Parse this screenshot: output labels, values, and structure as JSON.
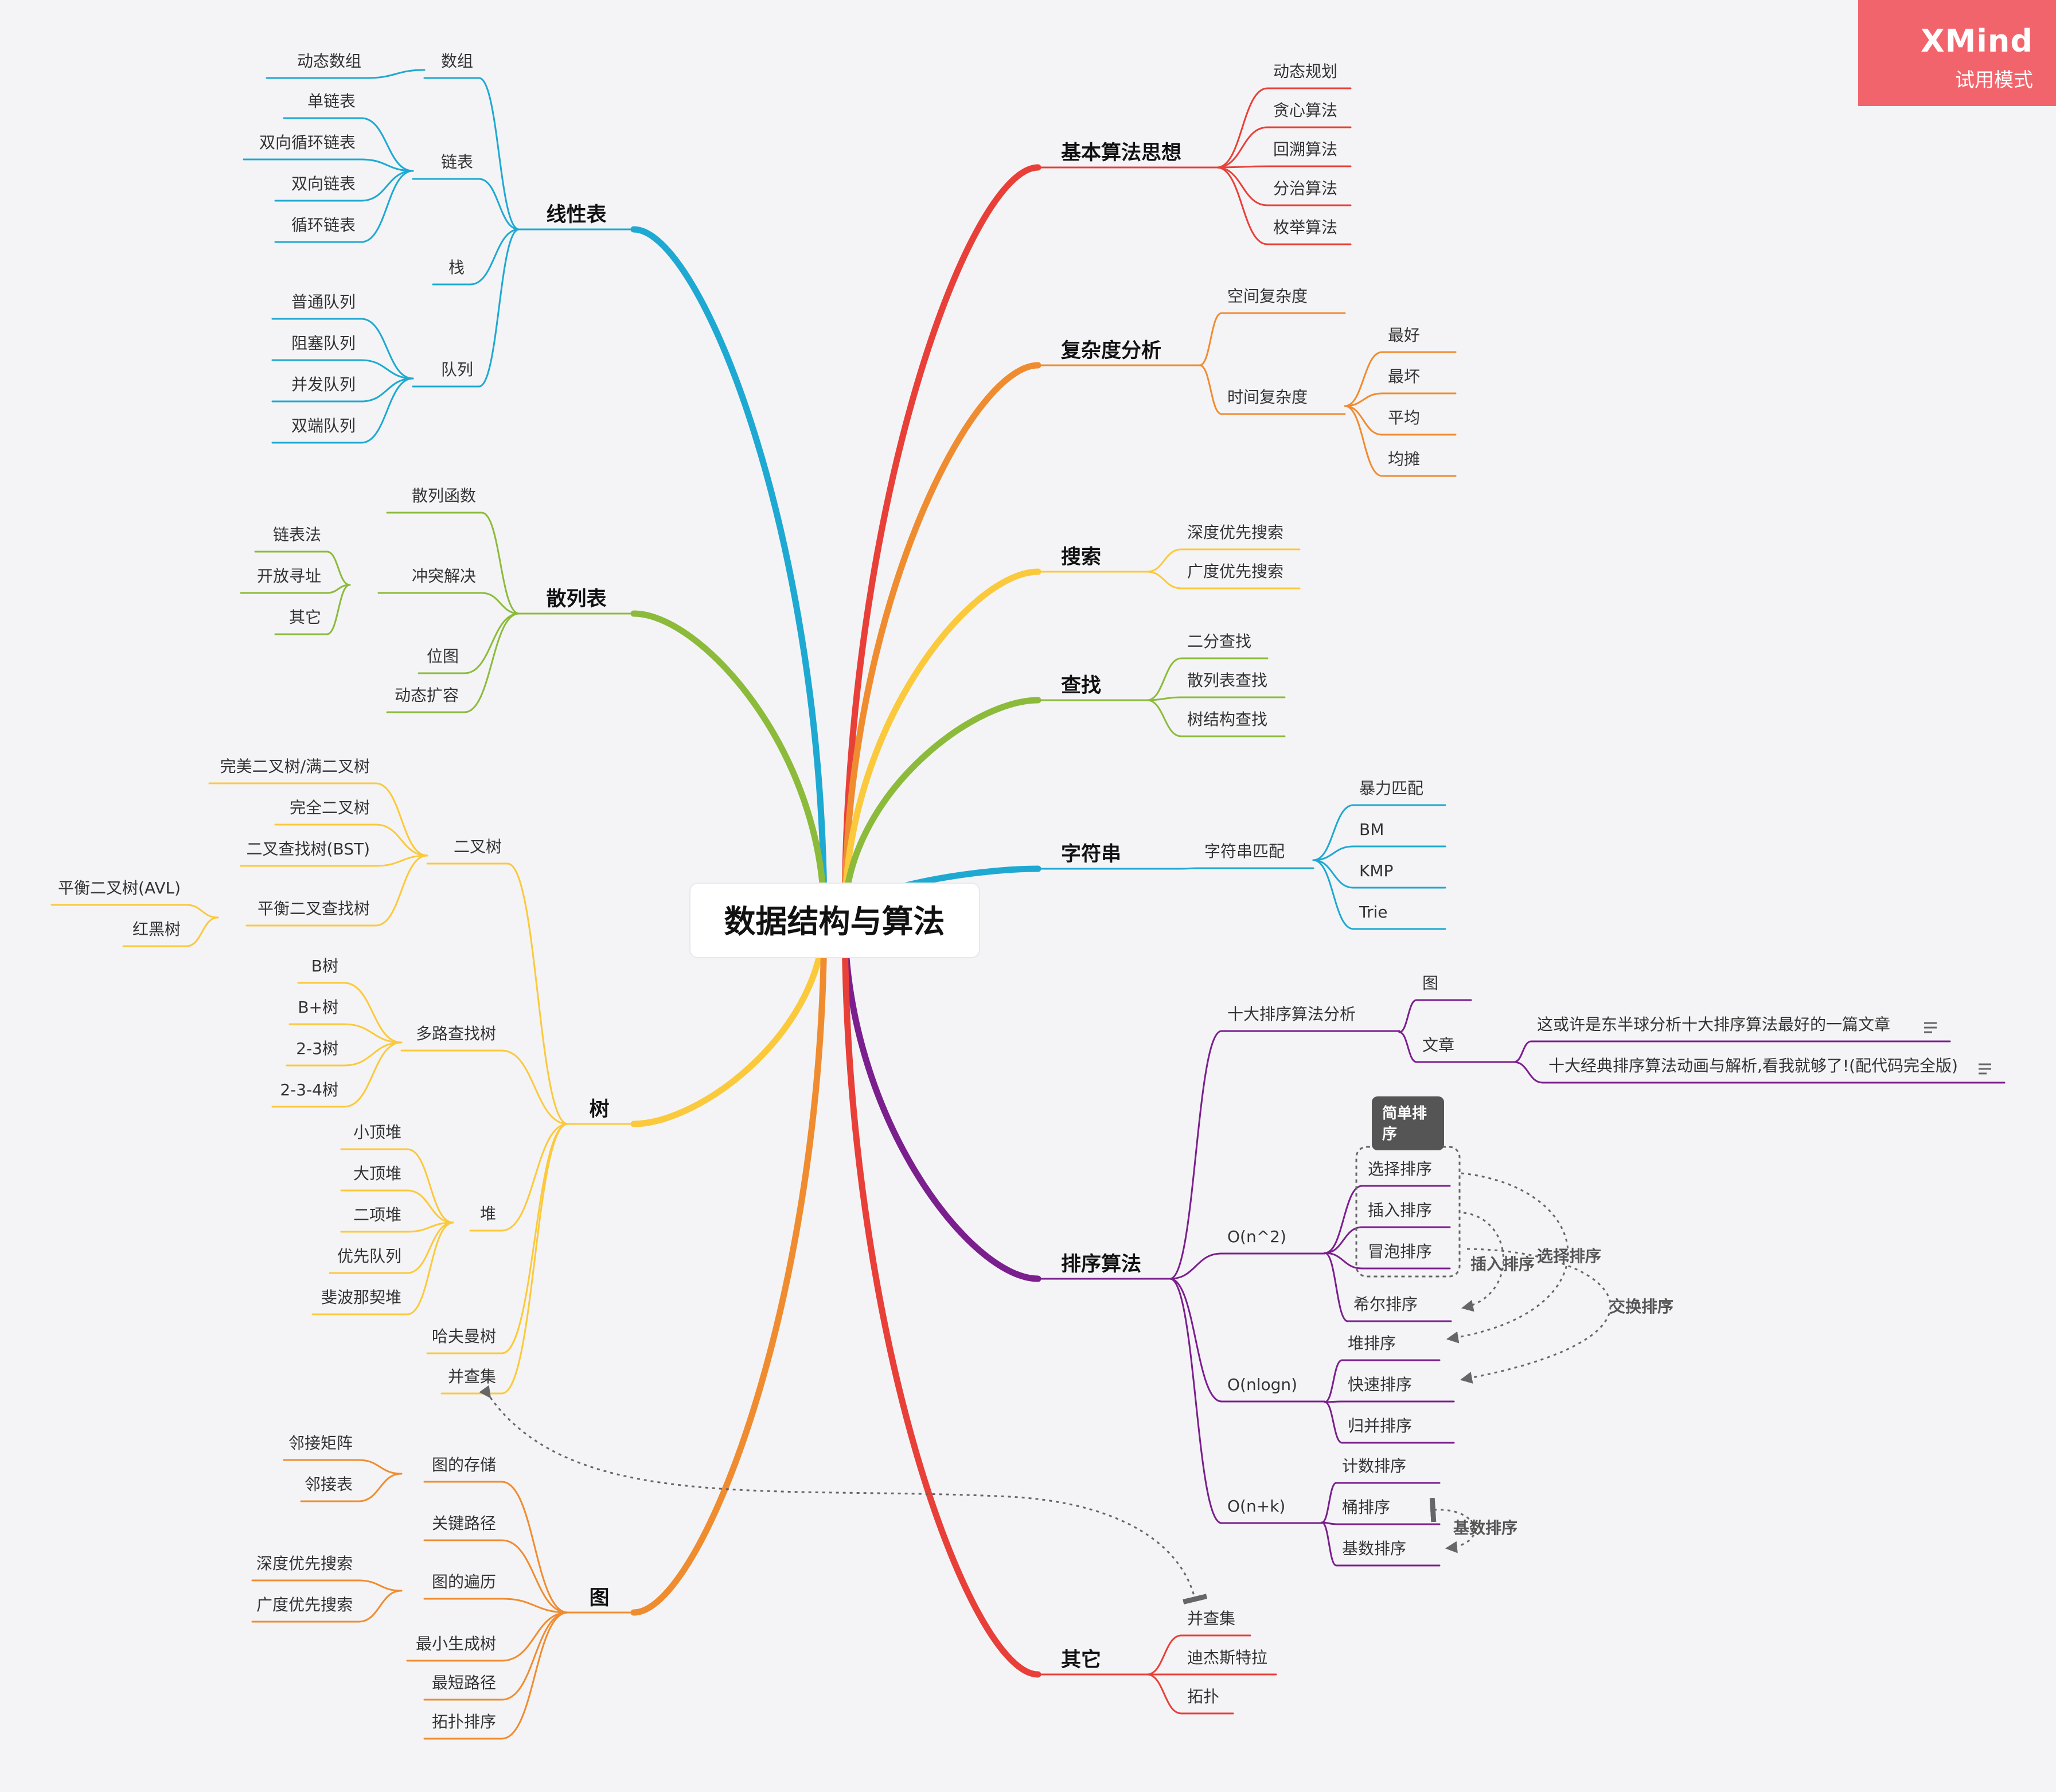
{
  "root": "数据结构与算法",
  "watermark": {
    "brand": "XMind",
    "mode": "试用模式"
  },
  "colors": {
    "blue": "#1ea9d2",
    "green": "#8cbb3b",
    "yellow": "#fbc93c",
    "orange": "#f08c30",
    "red": "#e84038",
    "purple": "#7b1f8e",
    "badge": "#f2646c"
  },
  "branches": {
    "linear": {
      "label": "线性表",
      "children": [
        {
          "label": "数组",
          "children": [
            {
              "label": "动态数组"
            }
          ]
        },
        {
          "label": "链表",
          "children": [
            {
              "label": "单链表"
            },
            {
              "label": "双向循环链表"
            },
            {
              "label": "双向链表"
            },
            {
              "label": "循环链表"
            }
          ]
        },
        {
          "label": "栈"
        },
        {
          "label": "队列",
          "children": [
            {
              "label": "普通队列"
            },
            {
              "label": "阻塞队列"
            },
            {
              "label": "并发队列"
            },
            {
              "label": "双端队列"
            }
          ]
        }
      ]
    },
    "hash": {
      "label": "散列表",
      "children": [
        {
          "label": "散列函数"
        },
        {
          "label": "冲突解决",
          "children": [
            {
              "label": "链表法"
            },
            {
              "label": "开放寻址"
            },
            {
              "label": "其它"
            }
          ]
        },
        {
          "label": "位图"
        },
        {
          "label": "动态扩容"
        }
      ]
    },
    "tree": {
      "label": "树",
      "children": [
        {
          "label": "二叉树",
          "children": [
            {
              "label": "完美二叉树/满二叉树"
            },
            {
              "label": "完全二叉树"
            },
            {
              "label": "二叉查找树(BST)"
            },
            {
              "label": "平衡二叉查找树",
              "children": [
                {
                  "label": "平衡二叉树(AVL)"
                },
                {
                  "label": "红黑树"
                }
              ]
            }
          ]
        },
        {
          "label": "多路查找树",
          "children": [
            {
              "label": "B树"
            },
            {
              "label": "B+树"
            },
            {
              "label": "2-3树"
            },
            {
              "label": "2-3-4树"
            }
          ]
        },
        {
          "label": "堆",
          "children": [
            {
              "label": "小顶堆"
            },
            {
              "label": "大顶堆"
            },
            {
              "label": "二项堆"
            },
            {
              "label": "优先队列"
            },
            {
              "label": "斐波那契堆"
            }
          ]
        },
        {
          "label": "哈夫曼树"
        },
        {
          "label": "并查集"
        }
      ]
    },
    "graph": {
      "label": "图",
      "children": [
        {
          "label": "图的存储",
          "children": [
            {
              "label": "邻接矩阵"
            },
            {
              "label": "邻接表"
            }
          ]
        },
        {
          "label": "关键路径"
        },
        {
          "label": "图的遍历",
          "children": [
            {
              "label": "深度优先搜索"
            },
            {
              "label": "广度优先搜索"
            }
          ]
        },
        {
          "label": "最小生成树"
        },
        {
          "label": "最短路径"
        },
        {
          "label": "拓扑排序"
        }
      ]
    },
    "basic": {
      "label": "基本算法思想",
      "children": [
        {
          "label": "动态规划"
        },
        {
          "label": "贪心算法"
        },
        {
          "label": "回溯算法"
        },
        {
          "label": "分治算法"
        },
        {
          "label": "枚举算法"
        }
      ]
    },
    "complexity": {
      "label": "复杂度分析",
      "children": [
        {
          "label": "空间复杂度"
        },
        {
          "label": "时间复杂度",
          "children": [
            {
              "label": "最好"
            },
            {
              "label": "最坏"
            },
            {
              "label": "平均"
            },
            {
              "label": "均摊"
            }
          ]
        }
      ]
    },
    "search": {
      "label": "搜索",
      "children": [
        {
          "label": "深度优先搜索"
        },
        {
          "label": "广度优先搜索"
        }
      ]
    },
    "find": {
      "label": "查找",
      "children": [
        {
          "label": "二分查找"
        },
        {
          "label": "散列表查找"
        },
        {
          "label": "树结构查找"
        }
      ]
    },
    "string": {
      "label": "字符串",
      "children": [
        {
          "label": "字符串匹配",
          "children": [
            {
              "label": "暴力匹配"
            },
            {
              "label": "BM"
            },
            {
              "label": "KMP"
            },
            {
              "label": "Trie"
            }
          ]
        }
      ]
    },
    "sort": {
      "label": "排序算法",
      "children": [
        {
          "label": "十大排序算法分析",
          "children": [
            {
              "label": "图"
            },
            {
              "label": "文章",
              "children": [
                {
                  "label": "这或许是东半球分析十大排序算法最好的一篇文章"
                },
                {
                  "label": "十大经典排序算法动画与解析,看我就够了!(配代码完全版)"
                }
              ]
            }
          ]
        },
        {
          "label": "O(n^2)",
          "children": [
            {
              "label": "选择排序"
            },
            {
              "label": "插入排序"
            },
            {
              "label": "冒泡排序"
            },
            {
              "label": "希尔排序"
            }
          ]
        },
        {
          "label": "O(nlogn)",
          "children": [
            {
              "label": "堆排序"
            },
            {
              "label": "快速排序"
            },
            {
              "label": "归并排序"
            }
          ]
        },
        {
          "label": "O(n+k)",
          "children": [
            {
              "label": "计数排序"
            },
            {
              "label": "桶排序"
            },
            {
              "label": "基数排序"
            }
          ]
        }
      ]
    },
    "other": {
      "label": "其它",
      "children": [
        {
          "label": "并查集"
        },
        {
          "label": "迪杰斯特拉"
        },
        {
          "label": "拓扑"
        }
      ]
    }
  },
  "annotations": {
    "boundary_tag": "简单排序",
    "relations": {
      "insert": "插入排序",
      "select": "选择排序",
      "swap": "交换排序",
      "radix": "基数排序"
    }
  }
}
